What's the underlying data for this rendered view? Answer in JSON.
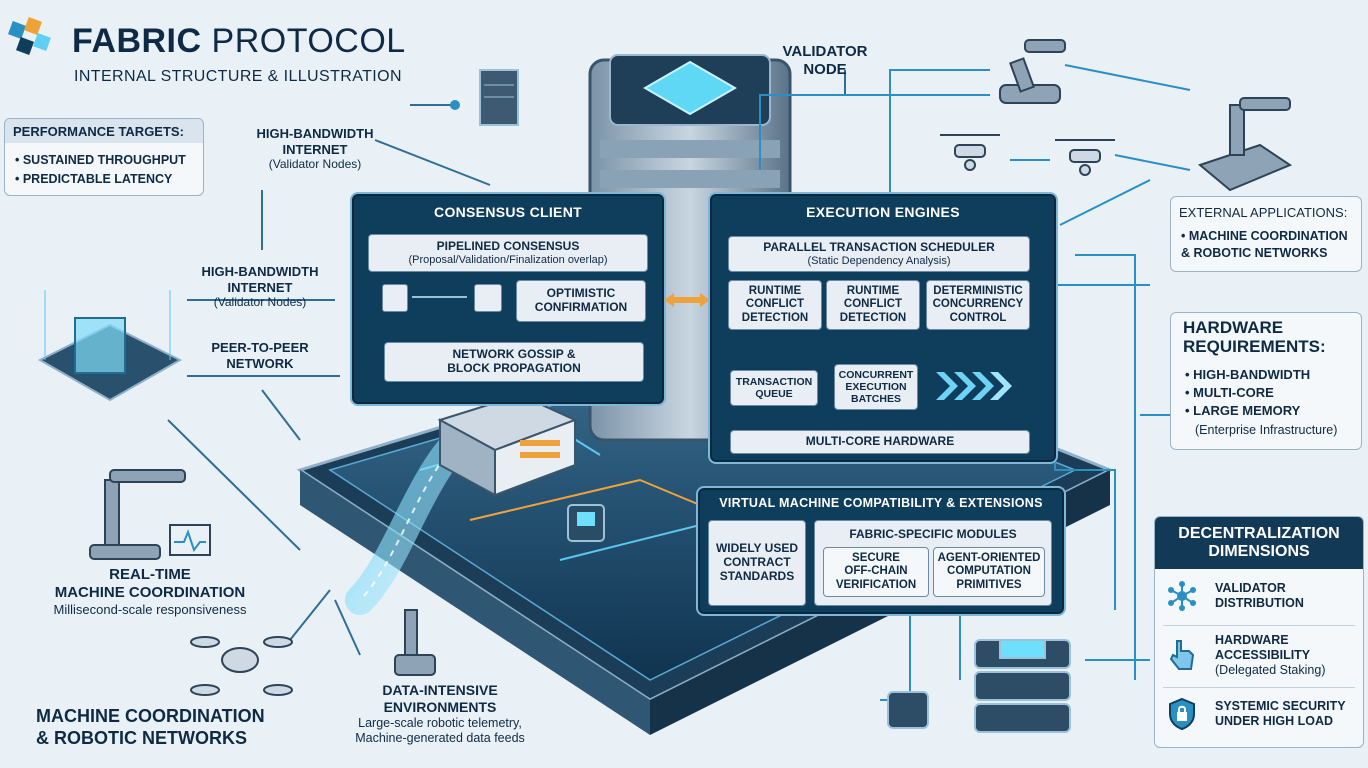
{
  "header": {
    "title_part1": "FABRIC",
    "title_part2": "PROTOCOL",
    "subtitle": "INTERNAL STRUCTURE & ILLUSTRATION"
  },
  "performance": {
    "title": "PERFORMANCE TARGETS:",
    "items": [
      "• SUSTAINED THROUGHPUT",
      "• PREDICTABLE LATENCY"
    ]
  },
  "validator_label": [
    "VALIDATOR",
    "NODE"
  ],
  "hb_top": {
    "line1": "HIGH-BANDWIDTH",
    "line2": "INTERNET",
    "line3": "(Validator Nodes)"
  },
  "hb_mid": {
    "line1": "HIGH-BANDWIDTH",
    "line2": "INTERNET",
    "line3": "(Validator Nodes)"
  },
  "p2p": {
    "line1": "PEER-TO-PEER",
    "line2": "NETWORK"
  },
  "consensus": {
    "title": "CONSENSUS CLIENT",
    "pipelined": "PIPELINED CONSENSUS",
    "pipelined_sub": "(Proposal/Validation/Finalization overlap)",
    "optimistic": [
      "OPTIMISTIC",
      "CONFIRMATION"
    ],
    "gossip": [
      "NETWORK GOSSIP &",
      "BLOCK PROPAGATION"
    ]
  },
  "execution": {
    "title": "EXECUTION ENGINES",
    "scheduler": "PARALLEL TRANSACTION SCHEDULER",
    "scheduler_sub": "(Static Dependency Analysis)",
    "boxes": [
      [
        "RUNTIME",
        "CONFLICT",
        "DETECTION"
      ],
      [
        "RUNTIME",
        "CONFLICT",
        "DETECTION"
      ],
      [
        "DETERMINISTIC",
        "CONCURRENCY",
        "CONTROL"
      ]
    ],
    "queue": [
      "TRANSACTION",
      "QUEUE"
    ],
    "batches": [
      "CONCURRENT",
      "EXECUTION",
      "BATCHES"
    ],
    "hardware": "MULTI-CORE HARDWARE"
  },
  "vm": {
    "title": "VIRTUAL MACHINE COMPATIBILITY & EXTENSIONS",
    "contract": [
      "WIDELY USED",
      "CONTRACT",
      "STANDARDS"
    ],
    "modules_title": "FABRIC-SPECIFIC MODULES",
    "secure": [
      "SECURE",
      "OFF-CHAIN",
      "VERIFICATION"
    ],
    "agent": [
      "AGENT-ORIENTED",
      "COMPUTATION",
      "PRIMITIVES"
    ]
  },
  "external": {
    "title": "EXTERNAL APPLICATIONS:",
    "items": [
      "• MACHINE COORDINATION",
      "& ROBOTIC NETWORKS"
    ]
  },
  "hardware_req": {
    "title": [
      "HARDWARE",
      "REQUIREMENTS:"
    ],
    "items": [
      "• HIGH-BANDWIDTH",
      "• MULTI-CORE",
      "• LARGE MEMORY"
    ],
    "note": "(Enterprise Infrastructure)"
  },
  "decentral": {
    "title": [
      "DECENTRALIZATION",
      "DIMENSIONS"
    ],
    "items": [
      {
        "icon": "network-hub-icon",
        "lines": [
          "VALIDATOR",
          "DISTRIBUTION"
        ],
        "sub": ""
      },
      {
        "icon": "hand-pointer-icon",
        "lines": [
          "HARDWARE",
          "ACCESSIBILITY"
        ],
        "sub": "(Delegated Staking)"
      },
      {
        "icon": "shield-lock-icon",
        "lines": [
          "SYSTEMIC SECURITY",
          "UNDER HIGH LOAD"
        ],
        "sub": ""
      }
    ]
  },
  "realtime": {
    "line1": "REAL-TIME",
    "line2": "MACHINE COORDINATION",
    "sub": "Millisecond-scale responsiveness"
  },
  "data_intensive": {
    "line1": "DATA-INTENSIVE",
    "line2": "ENVIRONMENTS",
    "sub1": "Large-scale robotic telemetry,",
    "sub2": "Machine-generated data feeds"
  },
  "bottom_title": [
    "MACHINE COORDINATION",
    "& ROBOTIC NETWORKS"
  ],
  "colors": {
    "accent": "#2aa7d6",
    "panel": "#0f3d5c",
    "orange": "#f0a23a",
    "ink": "#0f2a44"
  }
}
